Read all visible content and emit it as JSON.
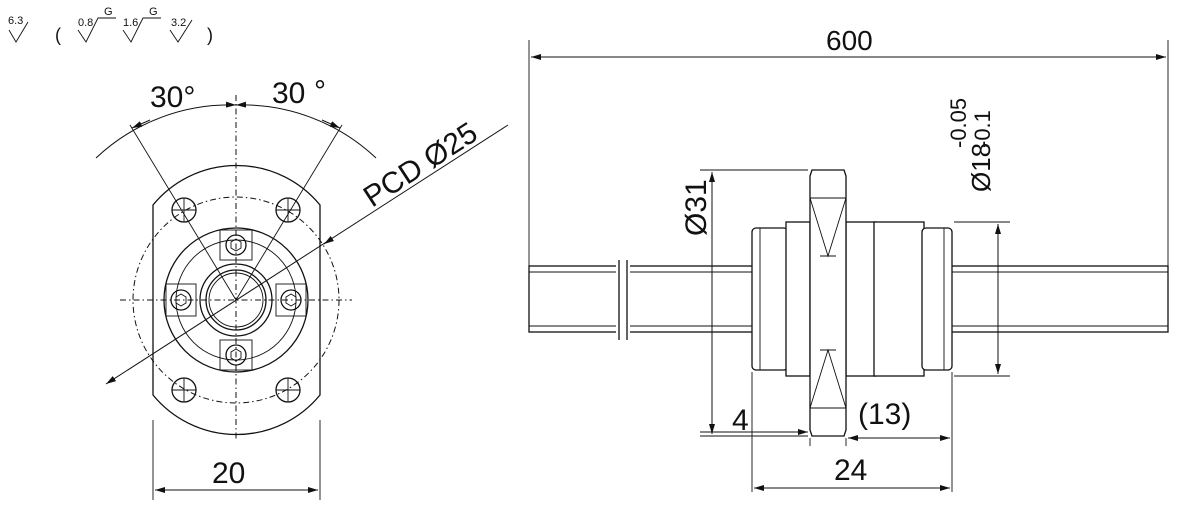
{
  "surface_finish": {
    "main": "6.3",
    "open_paren": "(",
    "items": [
      {
        "value": "0.8",
        "grade": "G"
      },
      {
        "value": "1.6",
        "grade": "G"
      },
      {
        "value": "3.2",
        "grade": ""
      }
    ],
    "close_paren": ")"
  },
  "front_view": {
    "angle_left": "30°",
    "angle_right_value": "30",
    "angle_right_unit": "°",
    "pcd": "PCD Ø25",
    "width": "20"
  },
  "side_view": {
    "length": "600",
    "flange_dia": "Ø31",
    "shaft_dia_base": "Ø18",
    "shaft_tol_upper": "-0.05",
    "shaft_tol_lower": "-0.1",
    "flange_thickness": "4",
    "ref_length": "(13)",
    "nut_length": "24"
  }
}
